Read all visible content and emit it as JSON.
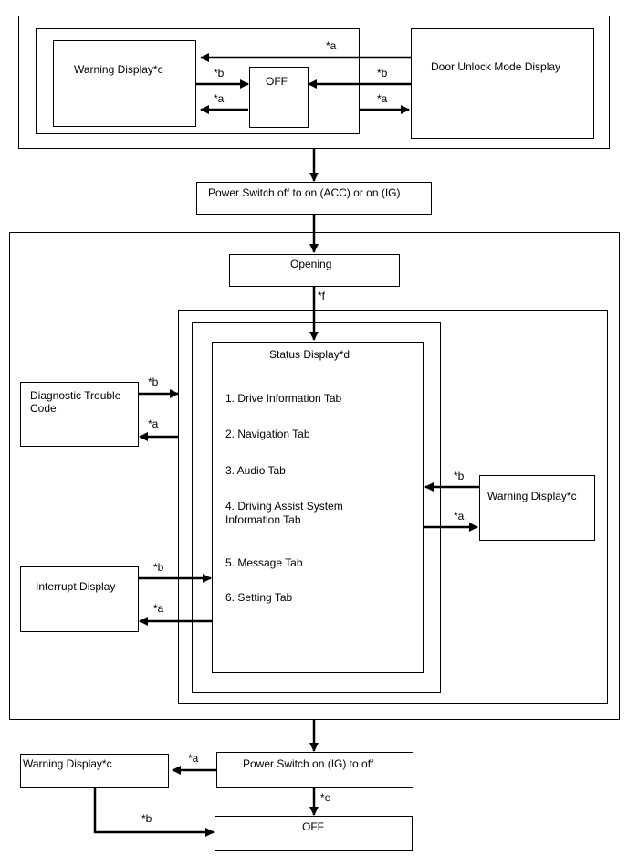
{
  "nodes": {
    "warning_top": "Warning Display*c",
    "off_top": "OFF",
    "door_unlock": "Door Unlock Mode Display",
    "power_on": "Power Switch off to on (ACC) or on (IG)",
    "opening": "Opening",
    "status_display": "Status Display*d",
    "dtc_line1": "Diagnostic Trouble",
    "dtc_line2": "Code",
    "interrupt": "Interrupt Display",
    "warning_right": "Warning Display*c",
    "warning_bottom": "Warning Display*c",
    "power_off": "Power Switch on (IG) to off",
    "off_bottom": "OFF"
  },
  "status_items": [
    "1. Drive Information Tab",
    "2. Navigation Tab",
    "3. Audio Tab",
    "4. Driving Assist System",
    "Information Tab",
    "5. Message Tab",
    "6. Setting Tab"
  ],
  "tags": {
    "a": "*a",
    "b": "*b",
    "e": "*e",
    "f": "*f"
  }
}
